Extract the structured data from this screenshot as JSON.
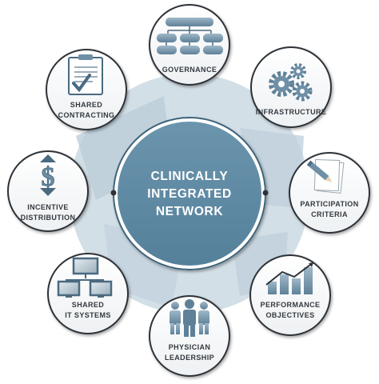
{
  "center": {
    "lines": [
      "CLINICALLY",
      "INTEGRATED",
      "NETWORK"
    ]
  },
  "nodes": [
    {
      "id": "governance",
      "icon": "org-chart-icon",
      "lines": [
        "GOVERNANCE"
      ]
    },
    {
      "id": "infrastructure",
      "icon": "gears-icon",
      "lines": [
        "INFRASTRUCTURE"
      ]
    },
    {
      "id": "participation-criteria",
      "icon": "pencil-paper-icon",
      "lines": [
        "PARTICIPATION",
        "CRITERIA"
      ]
    },
    {
      "id": "performance-objectives",
      "icon": "bar-chart-icon",
      "lines": [
        "PERFORMANCE",
        "OBJECTIVES"
      ]
    },
    {
      "id": "physician-leadership",
      "icon": "people-icon",
      "lines": [
        "PHYSICIAN",
        "LEADERSHIP"
      ]
    },
    {
      "id": "shared-it-systems",
      "icon": "monitors-icon",
      "lines": [
        "SHARED",
        "IT SYSTEMS"
      ]
    },
    {
      "id": "incentive-distribution",
      "icon": "dollar-icon",
      "lines": [
        "INCENTIVE",
        "DISTRIBUTION"
      ]
    },
    {
      "id": "shared-contracting",
      "icon": "contract-icon",
      "lines": [
        "SHARED",
        "CONTRACTING"
      ]
    }
  ],
  "colors": {
    "hub": "#5f8aa3",
    "hub_ring": "#3d6278",
    "ring": "#c9d7e1",
    "ring_panel": "#b3c6d4",
    "node_border": "#2e3338",
    "icon_main": "#6e8fa6",
    "icon_dark": "#4a6a80",
    "text": "#33393f"
  }
}
